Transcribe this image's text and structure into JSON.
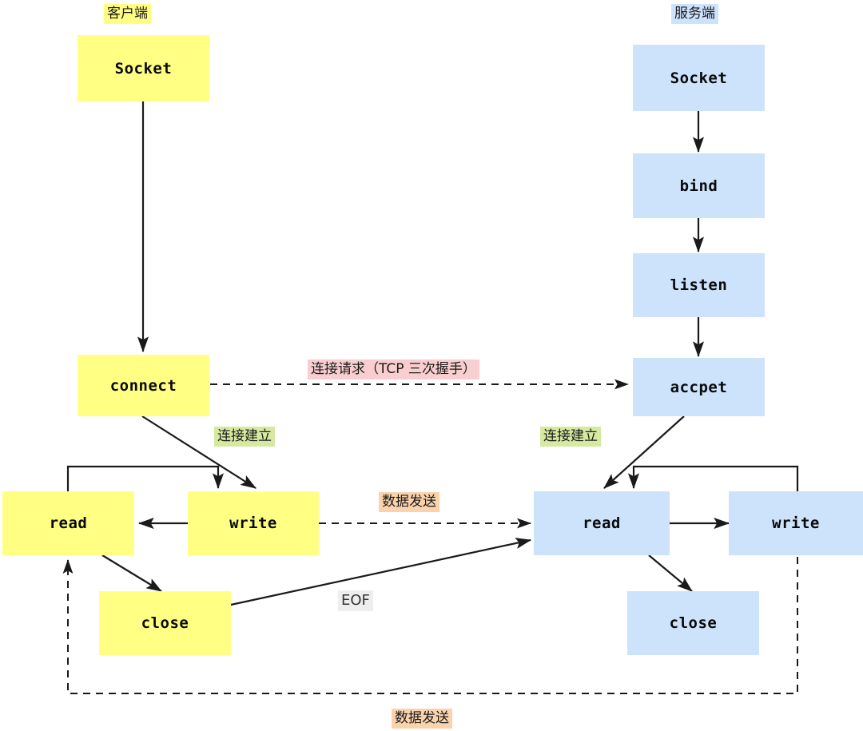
{
  "diagram": {
    "title": "Socket TCP client-server flow",
    "colors": {
      "client_fill": "#ffff84",
      "server_fill": "#cce3fb",
      "pink_label": "#f9ced0",
      "green_label": "#d6e9a0",
      "orange_label": "#fad3ac",
      "grey_label": "#eeeeee",
      "edge_stroke": "#1a1a1a"
    },
    "headers": {
      "client": "客户端",
      "server": "服务端"
    },
    "client_nodes": [
      {
        "id": "client-socket",
        "label": "Socket"
      },
      {
        "id": "client-connect",
        "label": "connect"
      },
      {
        "id": "client-read",
        "label": "read"
      },
      {
        "id": "client-write",
        "label": "write"
      },
      {
        "id": "client-close",
        "label": "close"
      }
    ],
    "server_nodes": [
      {
        "id": "server-socket",
        "label": "Socket"
      },
      {
        "id": "server-bind",
        "label": "bind"
      },
      {
        "id": "server-listen",
        "label": "listen"
      },
      {
        "id": "server-accept",
        "label": "accpet"
      },
      {
        "id": "server-read",
        "label": "read"
      },
      {
        "id": "server-write",
        "label": "write"
      },
      {
        "id": "server-close",
        "label": "close"
      }
    ],
    "edge_labels": {
      "connect_request": "连接请求（TCP 三次握手）",
      "connection_established_client": "连接建立",
      "connection_established_server": "连接建立",
      "data_send_top": "数据发送",
      "data_send_bottom": "数据发送",
      "eof": "EOF"
    }
  }
}
